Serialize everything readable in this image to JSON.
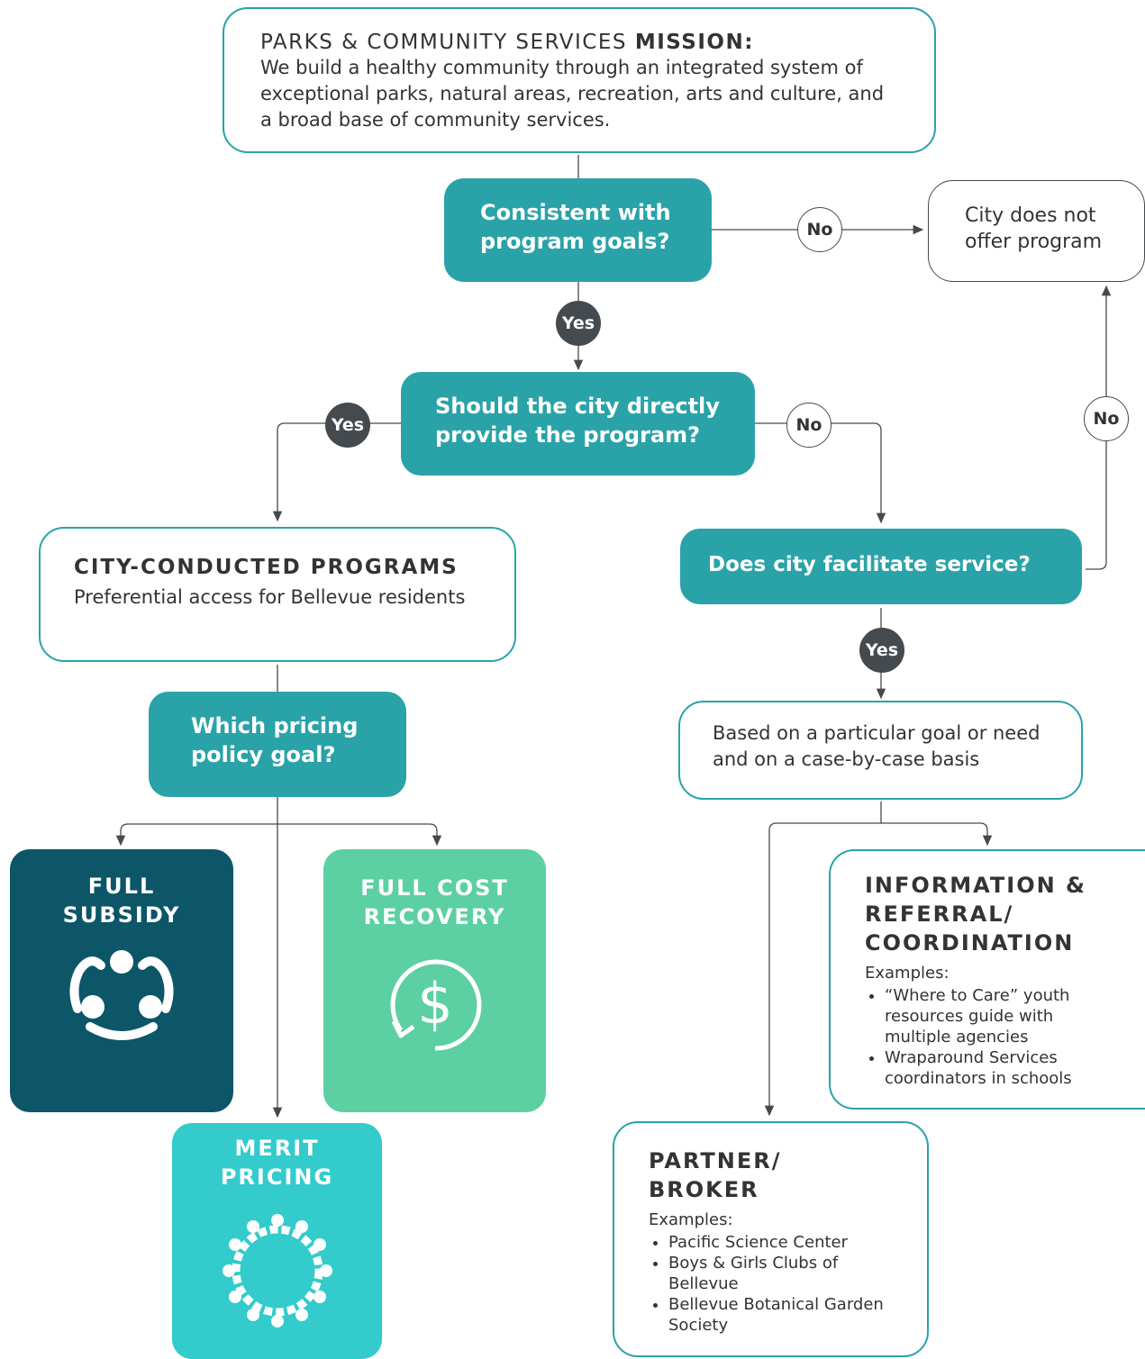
{
  "mission": {
    "heading": "PARKS & COMMUNITY SERVICES",
    "heading_bold": "MISSION:",
    "text": "We build a healthy community through an integrated system of exceptional parks, natural areas, recreation, arts and culture, and a broad base of community services."
  },
  "q_goals": "Consistent with program goals?",
  "no_offer": "City does not offer program",
  "q_direct": "Should the city directly provide the program?",
  "q_facilitate": "Does city facilitate service?",
  "city_programs": {
    "title": "CITY-CONDUCTED PROGRAMS",
    "text": "Preferential access for Bellevue residents"
  },
  "q_pricing": "Which pricing policy goal?",
  "case_basis": "Based on a particular goal or need and on a case-by-case basis",
  "labels": {
    "yes": "Yes",
    "no": "No"
  },
  "full_subsidy": {
    "title": "FULL SUBSIDY",
    "color": "#0c5668"
  },
  "full_cost": {
    "title": "FULL COST RECOVERY",
    "color": "#5ccfa3"
  },
  "merit": {
    "title": "MERIT PRICING",
    "color": "#33cbcc"
  },
  "info_referral": {
    "title": "INFORMATION & REFERRAL/ COORDINATION",
    "examples_label": "Examples:",
    "items": [
      "“Where to Care” youth resources guide with multiple agencies",
      "Wraparound Services coordinators in schools"
    ]
  },
  "partner": {
    "title": "PARTNER/ BROKER",
    "examples_label": "Examples:",
    "items": [
      "Pacific Science Center",
      "Boys & Girls Clubs of Bellevue",
      "Bellevue Botanical Garden Society"
    ]
  },
  "colors": {
    "teal": "#2aa3a8",
    "connector": "#444a4e"
  }
}
